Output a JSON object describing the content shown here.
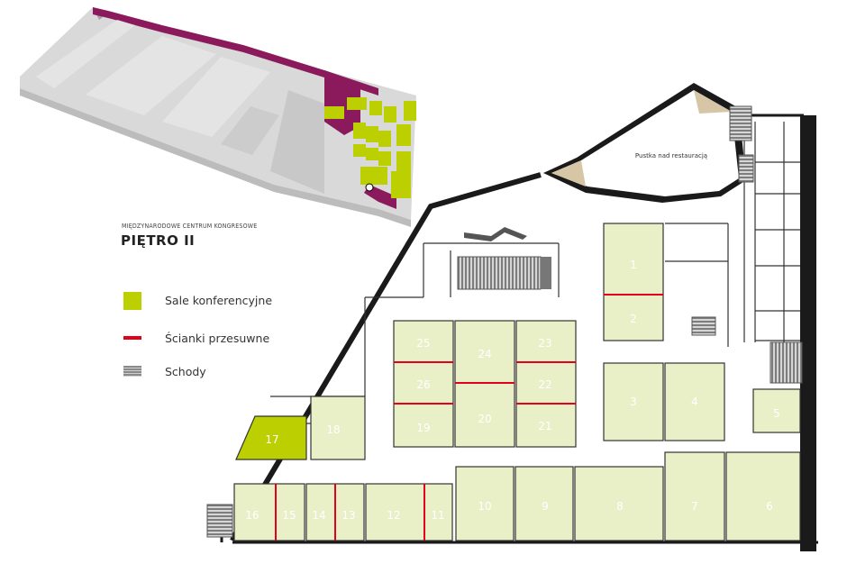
{
  "header": {
    "subtitle": "MIĘDZYNARODOWE CENTRUM KONGRESOWE",
    "floor_title": "PIĘTRO II"
  },
  "legend": {
    "conference": "Sale konferencyjne",
    "walls": "Ścianki przesuwne",
    "stairs": "Schody"
  },
  "void_label": "Pustka nad restauracją",
  "rooms": {
    "r1": "1",
    "r2": "2",
    "r3": "3",
    "r4": "4",
    "r5": "5",
    "r6": "6",
    "r7": "7",
    "r8": "8",
    "r9": "9",
    "r10": "10",
    "r11": "11",
    "r12": "12",
    "r13": "13",
    "r14": "14",
    "r15": "15",
    "r16": "16",
    "r17": "17",
    "r18": "18",
    "r19": "19",
    "r20": "20",
    "r21": "21",
    "r22": "22",
    "r23": "23",
    "r24": "24",
    "r25": "25",
    "r26": "26"
  },
  "colors": {
    "room_fill": "#e9efc6",
    "highlight": "#bccf00",
    "wall": "#1a1a1a",
    "sliding_wall": "#e3001b",
    "accent_purple": "#8a1a5b",
    "void_fill": "#d7c6a6"
  }
}
